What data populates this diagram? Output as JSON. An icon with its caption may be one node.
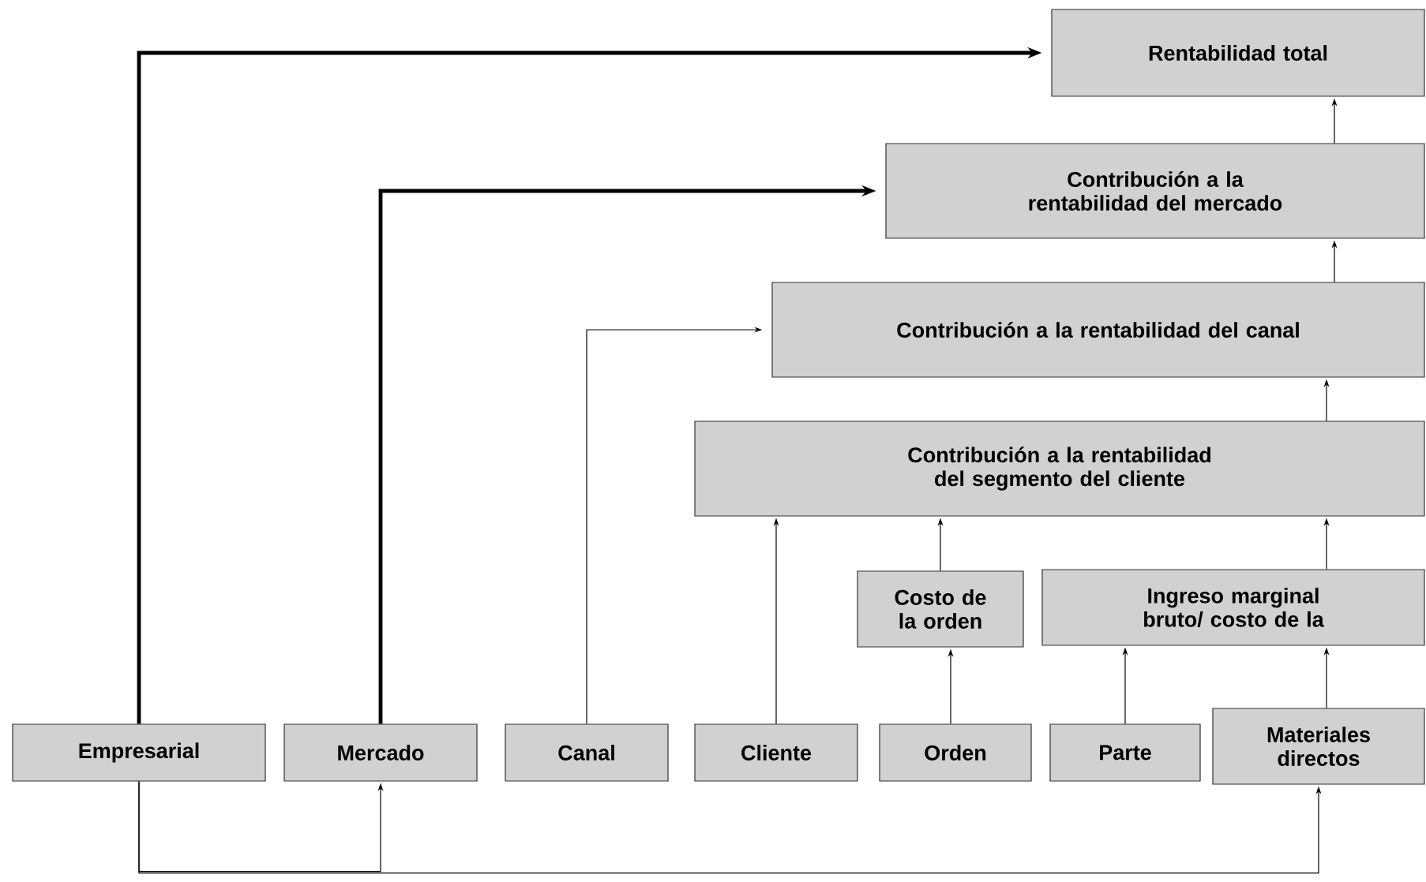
{
  "diagram": {
    "nodes": [
      {
        "text": [
          "Rentabilidad total"
        ]
      },
      {
        "text": [
          "Contribución a la rentabilidad del mercado"
        ]
      },
      {
        "text": [
          "Contribución a la rentabilidad del canal"
        ]
      },
      {
        "text": [
          "Contribución a la rentabilidad del segmento del cliente"
        ]
      },
      {
        "text": [
          "Costo de la orden"
        ]
      },
      {
        "text": [
          "Ingreso marginal bruto/ costo de la"
        ]
      },
      {
        "text": [
          "Empresarial"
        ]
      },
      {
        "text": [
          "Mercado"
        ]
      },
      {
        "text": [
          "Canal"
        ]
      },
      {
        "text": [
          "Cliente"
        ]
      },
      {
        "text": [
          "Orden"
        ]
      },
      {
        "text": [
          "Parte"
        ]
      },
      {
        "text": [
          "Materiales directos"
        ]
      }
    ],
    "edges": [
      {
        "from": 6,
        "to": 0,
        "arrow": "to",
        "style": "thick"
      },
      {
        "from": 7,
        "to": 1,
        "arrow": "to",
        "style": "thick"
      },
      {
        "from": 8,
        "to": 2,
        "arrow": "to"
      },
      {
        "from": 9,
        "to": 3,
        "arrow": "to"
      },
      {
        "from": 10,
        "to": 4,
        "arrow": "to"
      },
      {
        "from": 4,
        "to": 3,
        "arrow": "to"
      },
      {
        "from": 11,
        "to": 5,
        "arrow": "to"
      },
      {
        "from": 12,
        "to": 5,
        "arrow": "to"
      },
      {
        "from": 5,
        "to": 3,
        "arrow": "to"
      },
      {
        "from": 3,
        "to": 2,
        "arrow": "to"
      },
      {
        "from": 2,
        "to": 1,
        "arrow": "to"
      },
      {
        "from": 1,
        "to": 0,
        "arrow": "to"
      },
      {
        "from": 6,
        "to": 7,
        "arrow": "to"
      },
      {
        "from": 6,
        "to": 12,
        "arrow": "to"
      }
    ]
  }
}
